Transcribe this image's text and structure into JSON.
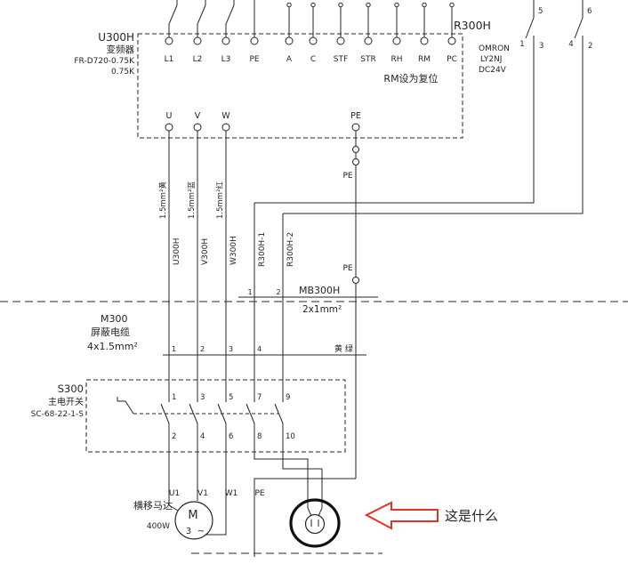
{
  "inverter": {
    "name": "U300H",
    "kind": "变频器",
    "model": "FR-D720-0.75K",
    "power": "0.75K",
    "note": "RM设为复位",
    "top_terminals": [
      "L1",
      "L2",
      "L3",
      "PE",
      "A",
      "C",
      "STF",
      "STR",
      "RH",
      "RM",
      "PC"
    ],
    "out_terminals": [
      "U",
      "V",
      "W"
    ],
    "pe_terminal": "PE"
  },
  "relay": {
    "name": "R300H",
    "maker": "OMRON",
    "model": "LY2NJ",
    "coil": "DC24V",
    "left_terminals": [
      "5",
      "1",
      "3"
    ],
    "right_terminals": [
      "6",
      "4",
      "2"
    ]
  },
  "wires": {
    "phase_specs": [
      "1.5mm²黄",
      "1.5mm²蓝",
      "1.5mm²红"
    ],
    "phase_names": [
      "U300H",
      "V300H",
      "W300H"
    ],
    "relay_names": [
      "R300H-1",
      "R300H-2"
    ],
    "pe_top": "PE",
    "pe_mid": "PE"
  },
  "mb_cable": {
    "name": "MB300H",
    "spec": "2x1mm²",
    "cores": [
      "1",
      "2"
    ]
  },
  "m_cable": {
    "name": "M300",
    "kind": "屏蔽电缆",
    "spec": "4x1.5mm²",
    "cores": [
      "1",
      "2",
      "3",
      "4"
    ],
    "pe_color": "黄 绿"
  },
  "switch": {
    "name": "S300",
    "kind": "主电开关",
    "model": "SC-68-22-1-S",
    "upper_contacts": [
      "1",
      "3",
      "5",
      "7",
      "9"
    ],
    "lower_contacts": [
      "2",
      "4",
      "6",
      "8",
      "10"
    ]
  },
  "motor": {
    "name": "横移马达",
    "power": "400W",
    "symbol_m": "M",
    "symbol_3": "3",
    "symbol_tilde": "~",
    "terminals": [
      "U1",
      "V1",
      "W1",
      "PE"
    ]
  },
  "annotation": {
    "question": "这是什么",
    "color": "#e33323"
  }
}
